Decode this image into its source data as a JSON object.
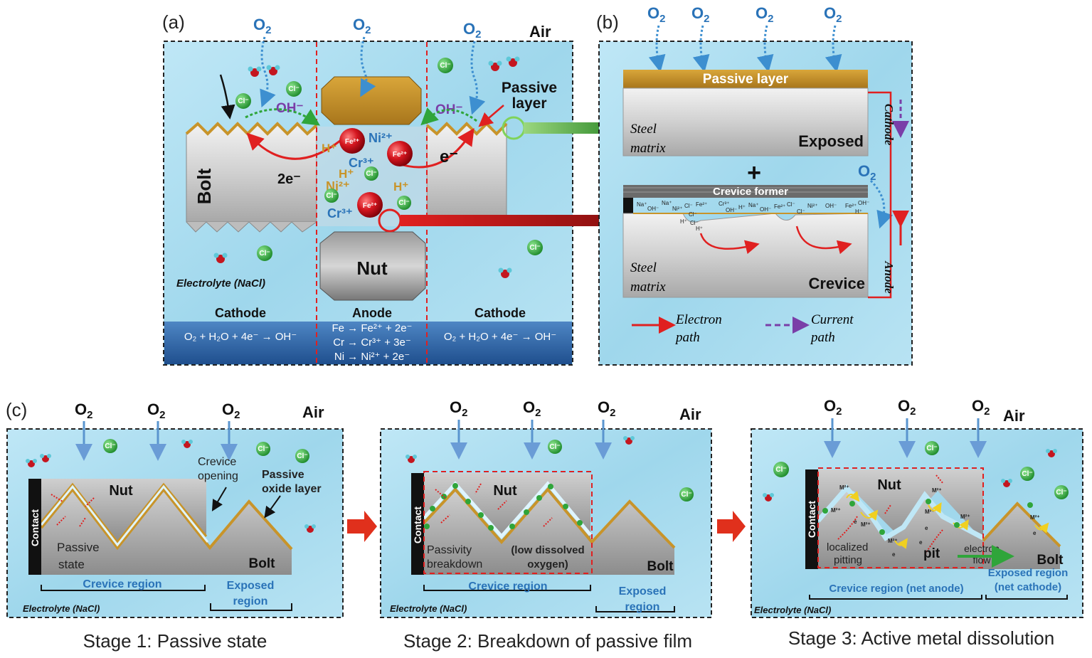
{
  "panel_a": {
    "letter": "(a)",
    "o2_labels": [
      "O2",
      "O2",
      "O2"
    ],
    "air": "Air",
    "bolt": "Bolt",
    "nut": "Nut",
    "passive_layer": [
      "Passive",
      "layer"
    ],
    "oh_left": "OH⁻",
    "oh_right": "OH⁻",
    "e2": "2e⁻",
    "e1": "e⁻",
    "electrolyte": "Electrolyte (NaCl)",
    "ions": [
      "Fe²⁺",
      "Ni²⁺",
      "Fe²⁺",
      "Cr³⁺",
      "H⁺",
      "H⁺",
      "Ni²⁺",
      "H⁺",
      "Fe²⁺",
      "Cr³⁺"
    ],
    "chloride": "Cl⁻",
    "zones": [
      {
        "name": "Cathode",
        "equations": [
          "O₂ + H₂O + 4e⁻ → OH⁻"
        ]
      },
      {
        "name": "Anode",
        "equations": [
          "Fe → Fe²⁺ + 2e⁻",
          "Cr → Cr³⁺ + 3e⁻",
          "Ni → Ni²⁺ + 2e⁻"
        ]
      },
      {
        "name": "Cathode",
        "equations": [
          "O₂ + H₂O + 4e⁻ → OH⁻"
        ]
      }
    ]
  },
  "panel_b": {
    "letter": "(b)",
    "o2_labels": [
      "O2",
      "O2",
      "O2",
      "O2",
      "O2"
    ],
    "passive_layer": "Passive layer",
    "steel_matrix": [
      "Steel",
      "matrix"
    ],
    "exposed": "Exposed",
    "plus": "+",
    "crevice_former": "Crevice former",
    "crevice": "Crevice",
    "cathode": "Cathode",
    "anode": "Anode",
    "legend_electron": [
      "Electron",
      "path"
    ],
    "legend_current": [
      "Current",
      "path"
    ],
    "crevice_ions": [
      "Na⁺",
      "OH⁻",
      "Na⁺",
      "Ni²⁺",
      "Cl⁻",
      "Fe²⁺",
      "Cr³⁺",
      "OH⁻",
      "H⁺",
      "Na⁺",
      "OH⁻",
      "Fe²⁺",
      "Cl⁻",
      "Ni²⁺",
      "OH⁻",
      "Fe²⁺",
      "OH⁻",
      "H⁺",
      "Cl⁻",
      "H⁺",
      "Cl⁻",
      "Cl⁻",
      "H⁺"
    ]
  },
  "panel_c": {
    "letter": "(c)",
    "air": "Air",
    "o2_label": "O2",
    "electrolyte": "Electrolyte (NaCl)",
    "contact": "Contact",
    "nut": "Nut",
    "bolt": "Bolt",
    "chloride": "Cl⁻",
    "stages": [
      {
        "caption": "Stage 1: Passive state",
        "notes": [
          "Crevice",
          "opening",
          "Passive",
          "oxide layer",
          "Passive",
          "state"
        ],
        "crevice": "Crevice region",
        "exposed": [
          "Exposed",
          "region"
        ]
      },
      {
        "caption": "Stage 2: Breakdown of passive film",
        "notes": [
          "Passivity",
          "breakdown",
          "(low dissolved",
          "oxygen)"
        ],
        "crevice": "Crevice region",
        "exposed": [
          "Exposed",
          "region"
        ]
      },
      {
        "caption": "Stage 3: Active metal dissolution",
        "notes": [
          "localized",
          "pitting",
          "pit",
          "electron",
          "flow"
        ],
        "crevice": "Crevice region (net anode)",
        "exposed": [
          "Exposed region",
          "(net cathode)"
        ],
        "metal_ion": "M²⁺",
        "electron": "e"
      }
    ]
  },
  "colors": {
    "water": "#9fd7ec",
    "passive": "#c8942a",
    "iron_ion": "#d4161f",
    "chloride": "#2fa53a",
    "anode_line": "#e02020",
    "current_arrow": "#7a3ea8"
  }
}
